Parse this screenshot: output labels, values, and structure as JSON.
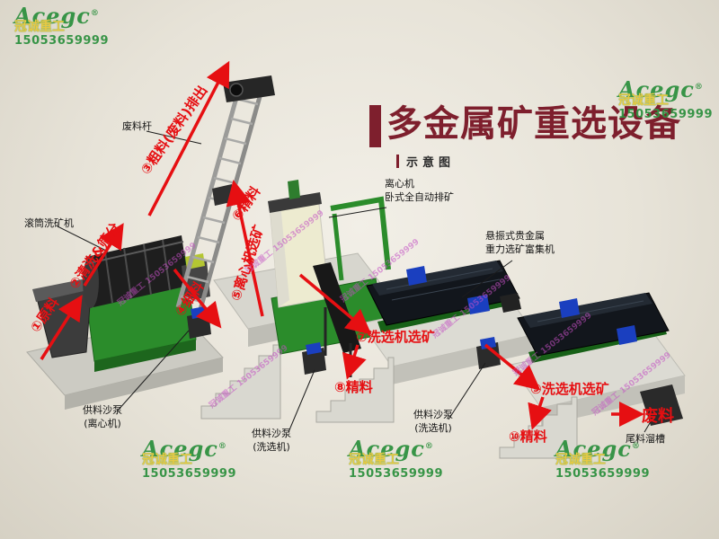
{
  "header": {
    "title": "多金属矿重选设备",
    "subtitle": "示意图"
  },
  "watermark": {
    "brand": "Acegc",
    "reg": "®",
    "company": "冠诚重工",
    "phone": "15053659999"
  },
  "diagonal_watermark": "冠诚重工 15053659999",
  "machine_labels": {
    "drum_washer": "滚筒洗矿机",
    "waste_rod": "废料杆",
    "centrifuge": {
      "line1": "离心机",
      "line2": "卧式全自动排矿"
    },
    "shaker": {
      "line1": "悬振式贵金属",
      "line2": "重力选矿富集机"
    },
    "pump_centrifuge": {
      "line1": "供料沙泵",
      "line2": "(离心机)"
    },
    "pump_washer_1": {
      "line1": "供料沙泵",
      "line2": "(洗选机)"
    },
    "pump_washer_2": {
      "line1": "供料沙泵",
      "line2": "(洗选机)"
    },
    "tail_chute": "尾料溜槽"
  },
  "process_steps": {
    "step1": "①原料",
    "step2": "②清洗&筛分",
    "step3": "③粗料(废料)排出",
    "step4": "④细料",
    "step5": "⑤离心机选矿",
    "step6": "⑥精料",
    "step7": "⑦洗选机选矿",
    "step8": "⑧精料",
    "step9": "⑨洗选机选矿",
    "step10": "⑩精料",
    "waste_out": "废料"
  }
}
